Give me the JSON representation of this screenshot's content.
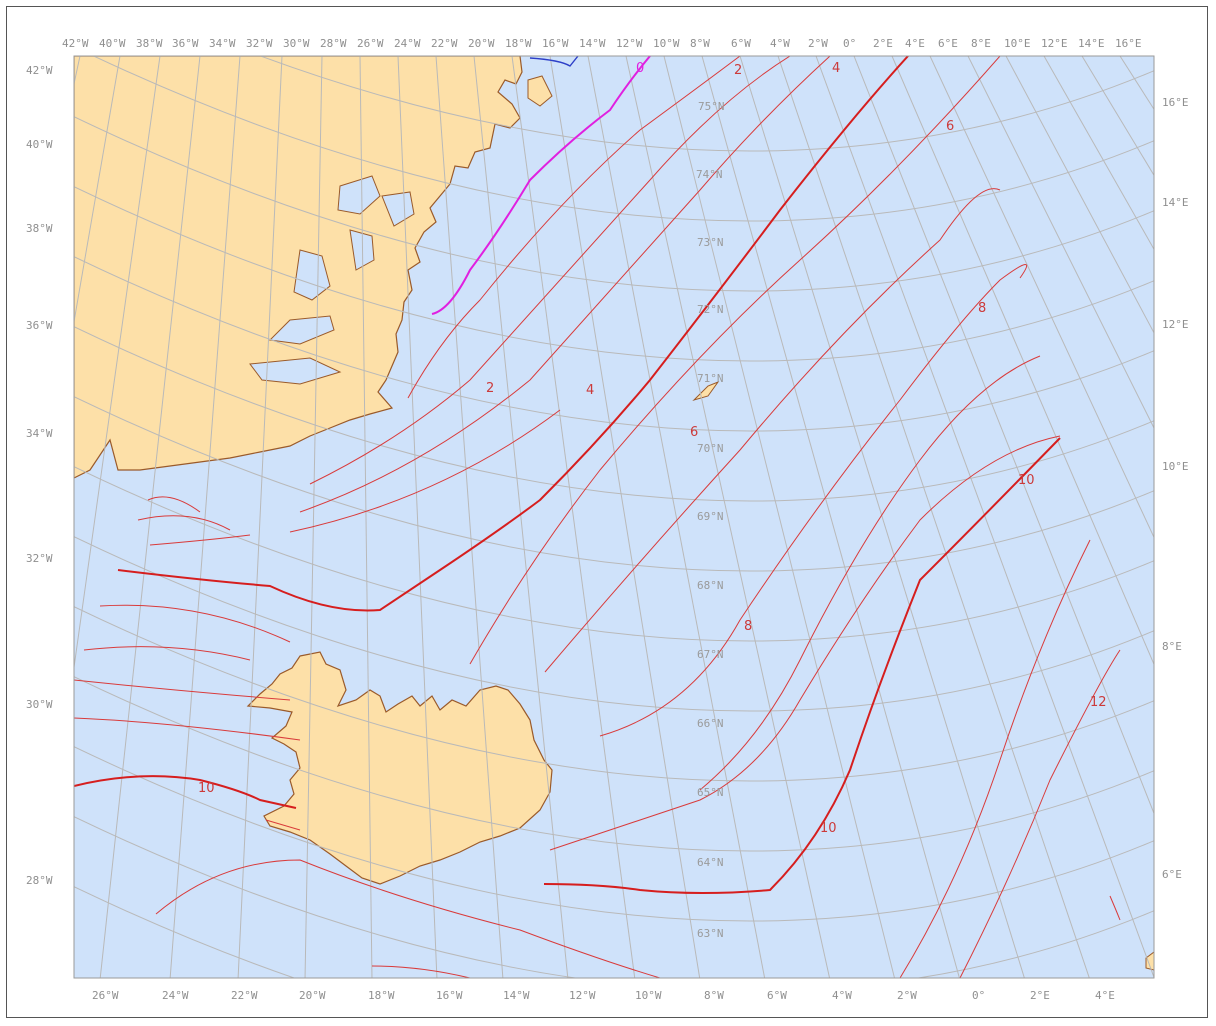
{
  "map": {
    "projection_labels": {
      "top_longitudes": [
        "42°W",
        "40°W",
        "38°W",
        "36°W",
        "34°W",
        "32°W",
        "30°W",
        "28°W",
        "26°W",
        "24°W",
        "22°W",
        "20°W",
        "18°W",
        "16°W",
        "14°W",
        "12°W",
        "10°W",
        "8°W",
        "6°W",
        "4°W",
        "2°W",
        "0°",
        "2°E",
        "4°E",
        "6°E",
        "8°E",
        "10°E",
        "12°E",
        "14°E",
        "16°E"
      ],
      "bottom_longitudes": [
        "26°W",
        "24°W",
        "22°W",
        "20°W",
        "18°W",
        "16°W",
        "14°W",
        "12°W",
        "10°W",
        "8°W",
        "6°W",
        "4°W",
        "2°W",
        "0°",
        "2°E",
        "4°E"
      ],
      "left_longitudes": [
        "42°W",
        "40°W",
        "38°W",
        "36°W",
        "34°W",
        "32°W",
        "30°W",
        "28°W"
      ],
      "right_longitudes": [
        "16°E",
        "14°E",
        "12°E",
        "10°E",
        "8°E",
        "6°E"
      ],
      "latitudes": [
        "74°N",
        "73°N",
        "72°N",
        "71°N",
        "70°N",
        "69°N",
        "68°N",
        "67°N",
        "66°N",
        "65°N",
        "64°N",
        "63°N"
      ],
      "latitude_partial_top": "75°N"
    },
    "contour_labels": [
      "0",
      "2",
      "4",
      "6",
      "8",
      "10",
      "12",
      "2",
      "4",
      "6",
      "8",
      "10",
      "10"
    ],
    "colors": {
      "ocean": "#cfe2fa",
      "land": "#fde0a8",
      "coast": "#9a5a2a",
      "grid": "#b9b9b9",
      "contour": "#d93b3b",
      "contour_bold": "#d61e1e",
      "zero_contour": "#e020e0",
      "negative_contour": "#2d3fc8"
    }
  }
}
